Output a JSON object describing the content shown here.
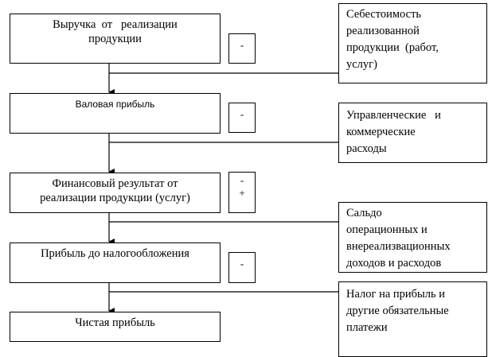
{
  "steps": [
    {
      "lines": [
        "Выручка  от   реализации",
        "продукции"
      ]
    },
    {
      "lines": [
        "Валовая прибыль"
      ]
    },
    {
      "lines": [
        "Финансовый результат от",
        "реализации продукции (услуг)"
      ]
    },
    {
      "lines": [
        "Прибыль до налогообложения"
      ]
    },
    {
      "lines": [
        "Чистая прибыль"
      ]
    }
  ],
  "operators": [
    {
      "lines": [
        "-"
      ]
    },
    {
      "lines": [
        "-"
      ]
    },
    {
      "lines": [
        "-",
        "+"
      ]
    },
    {
      "lines": [
        "-"
      ]
    }
  ],
  "adjustments": [
    {
      "lines": [
        "Себестоимость",
        "реализованной",
        "продукции  (работ,",
        "услуг)"
      ]
    },
    {
      "lines": [
        "Управленческие   и",
        "коммерческие",
        "расходы"
      ]
    },
    {
      "lines": [
        "Сальдо",
        "операционных и",
        "внереализвационных",
        "доходов и расходов"
      ]
    },
    {
      "lines": [
        "Налог на прибыль и",
        "другие обязательные",
        "платежи"
      ]
    }
  ]
}
